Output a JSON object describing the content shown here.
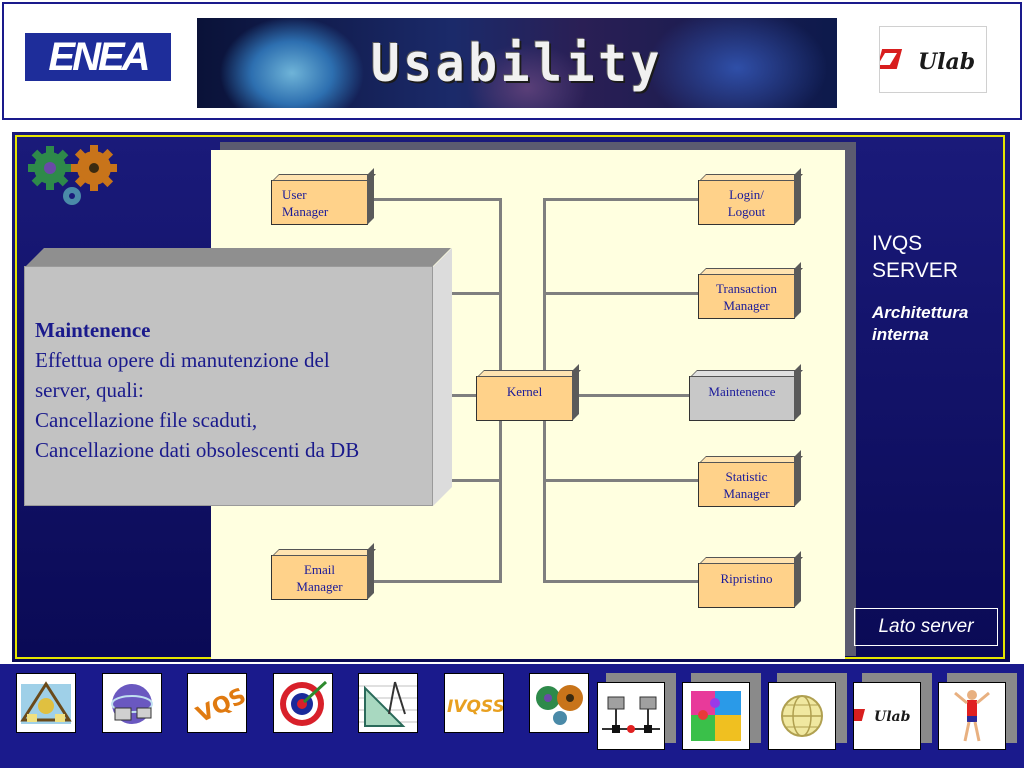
{
  "header": {
    "enea_logo_text": "ENEA",
    "banner_title": "Usability Laboratory",
    "ulab_logo_text": "Ulab"
  },
  "diagram": {
    "boxes": {
      "user_manager": [
        "User",
        "Manager"
      ],
      "email_manager": [
        "Email",
        "Manager"
      ],
      "kernel": "Kernel",
      "login_logout": [
        "Login/",
        "Logout"
      ],
      "transaction_manager": [
        "Transaction",
        "Manager"
      ],
      "maintenence": "Maintenence",
      "statistic_manager": [
        "Statistic",
        "Manager"
      ],
      "ripristino": "Ripristino"
    }
  },
  "popup": {
    "title": "Maintenence",
    "lines": [
      "Effettua opere di manutenzione del",
      "server, quali:",
      "Cancellazione file scaduti,",
      "Cancellazione dati obsolescenti da DB"
    ]
  },
  "side": {
    "title_line1": "IVQS",
    "title_line2": "SERVER",
    "subtitle_line1": "Architettura",
    "subtitle_line2": "interna",
    "lato_server": "Lato server"
  },
  "footer": {
    "icons": [
      "network-map-icon",
      "www-globe-icon",
      "vqs-logo-icon",
      "target-icon",
      "drafting-tools-icon",
      "ivqss-logo-icon",
      "gears-icon",
      "lan-computers-icon",
      "puzzle-icon",
      "globe-icon",
      "ulab-logo-icon",
      "runner-icon"
    ],
    "ivqss_text": "IVQSS",
    "vqs_text": "VQS",
    "ulab_text": "Ulab"
  },
  "colors": {
    "panel_blue": "#1a1a7a",
    "border_yellow": "#e6e600",
    "diagram_bg": "#ffffe0",
    "box_fill": "#ffd28a",
    "box_text": "#1a1a9a",
    "popup_fill": "#c2c2c2"
  }
}
